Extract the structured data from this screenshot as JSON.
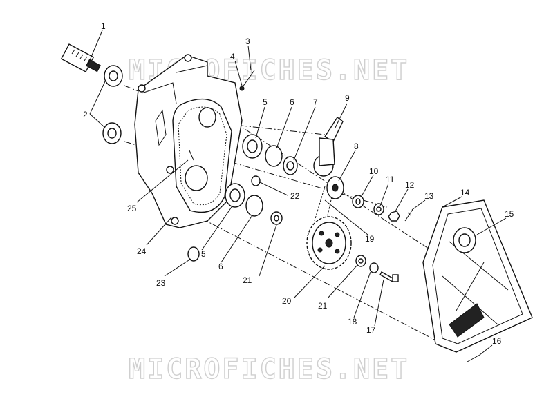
{
  "watermark": {
    "top": "MICROFICHES.NET",
    "bottom": "MICROFICHES.NET"
  },
  "callouts": [
    "1",
    "2",
    "3",
    "4",
    "5",
    "6",
    "7",
    "8",
    "9",
    "10",
    "11",
    "12",
    "13",
    "14",
    "15",
    "16",
    "17",
    "18",
    "19",
    "20",
    "21",
    "22",
    "23",
    "24",
    "25",
    "5",
    "6",
    "21"
  ]
}
